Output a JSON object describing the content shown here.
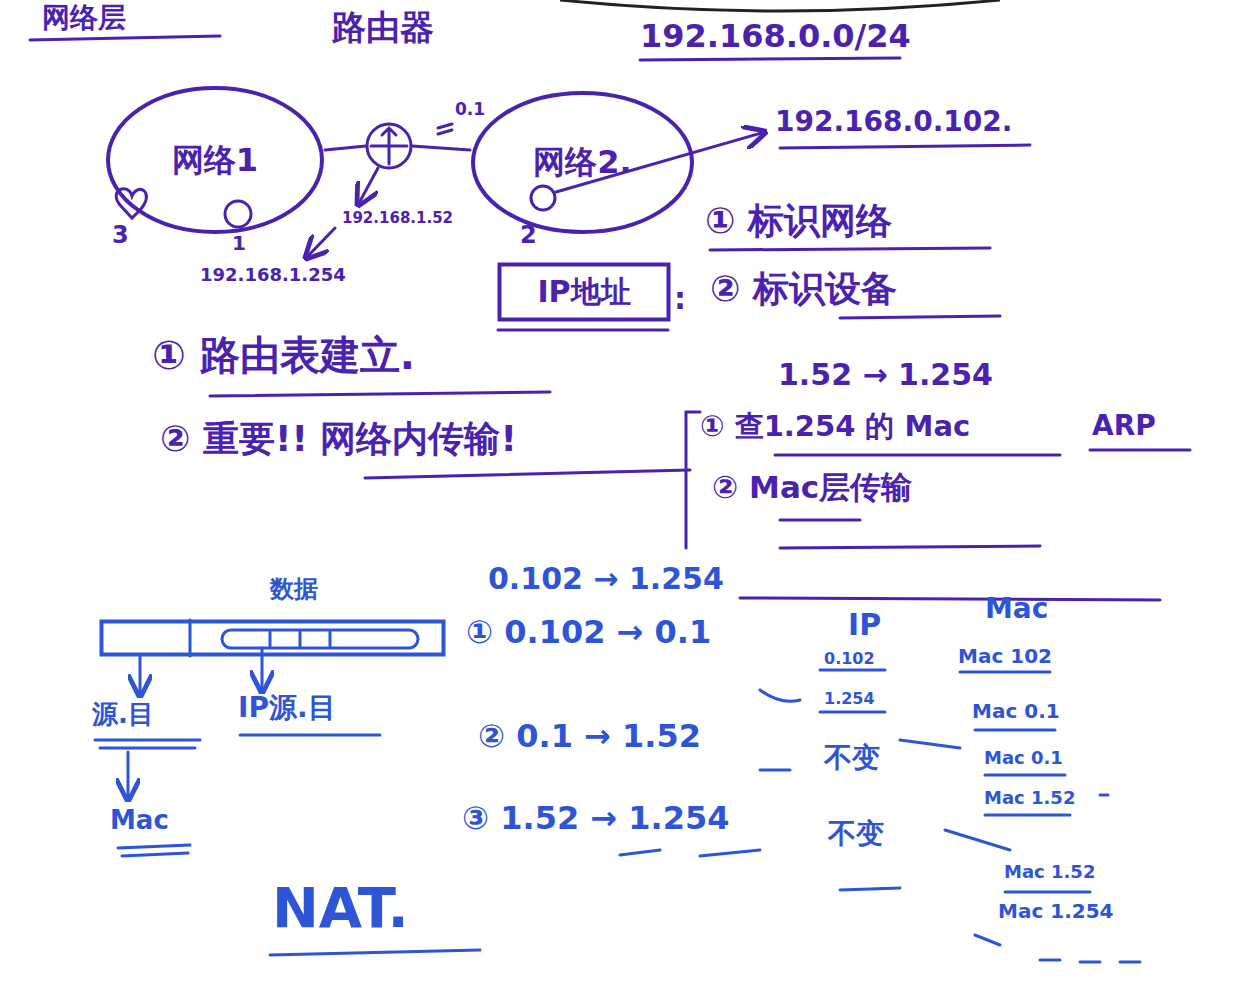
{
  "diagram": {
    "title": "网络层",
    "nodes": [
      {
        "text": [
          "网络1"
        ]
      },
      {
        "text": [
          "网络2."
        ]
      },
      {
        "text": [
          "IP地址"
        ]
      },
      {
        "text": [
          "数据"
        ]
      }
    ],
    "labels": [
      "路由器",
      "192.168.0.0/24",
      "0.1",
      "192.168.0.102.",
      "3",
      "1",
      "192.168.1.52",
      "2",
      "192.168.1.254",
      "① 标识网络",
      "② 标识设备",
      ":",
      "① 路由表建立.",
      "② 重要!! 网络内传输!",
      "1.52 → 1.254",
      "① 查1.254 的 Mac",
      "ARP",
      "② Mac层传输",
      "源.目",
      "IP源.目",
      "Mac",
      "0.102 → 1.254",
      "① 0.102 → 0.1",
      "IP",
      "Mac",
      "0.102",
      "1.254",
      "Mac 102",
      "Mac 0.1",
      "② 0.1 → 1.52",
      "不变",
      "Mac 0.1",
      "Mac 1.52",
      "③ 1.52 → 1.254",
      "不变",
      "Mac 1.52",
      "Mac 1.254",
      "NAT."
    ]
  }
}
